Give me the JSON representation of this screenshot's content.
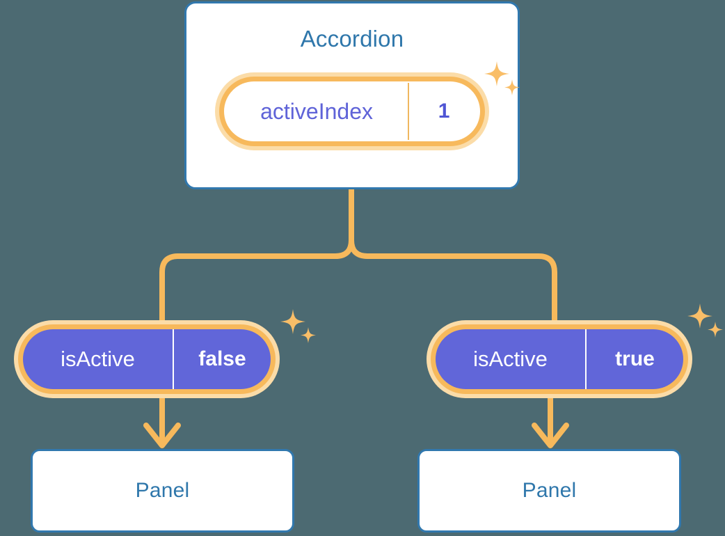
{
  "diagram": {
    "title_node": "Accordion",
    "background_color": "#4c6a72",
    "accent_colors": {
      "node_border": "#3178ae",
      "node_text": "#2f77ab",
      "highlight_ring": "#f7b95c",
      "highlight_glow": "#fbdca8",
      "state_purple": "#6166d9",
      "state_key_text": "#5f63d8"
    },
    "nodes": {
      "accordion": {
        "label": "Accordion",
        "state": {
          "key": "activeIndex",
          "value": "1"
        }
      },
      "panel_left": {
        "label": "Panel",
        "state": {
          "key": "isActive",
          "value": "false"
        }
      },
      "panel_right": {
        "label": "Panel",
        "state": {
          "key": "isActive",
          "value": "true"
        }
      }
    },
    "icons": {
      "sparkle_large": "sparkle-icon",
      "sparkle_small": "sparkle-icon",
      "arrow": "arrow-down-icon",
      "branch": "branch-connector-icon"
    }
  }
}
